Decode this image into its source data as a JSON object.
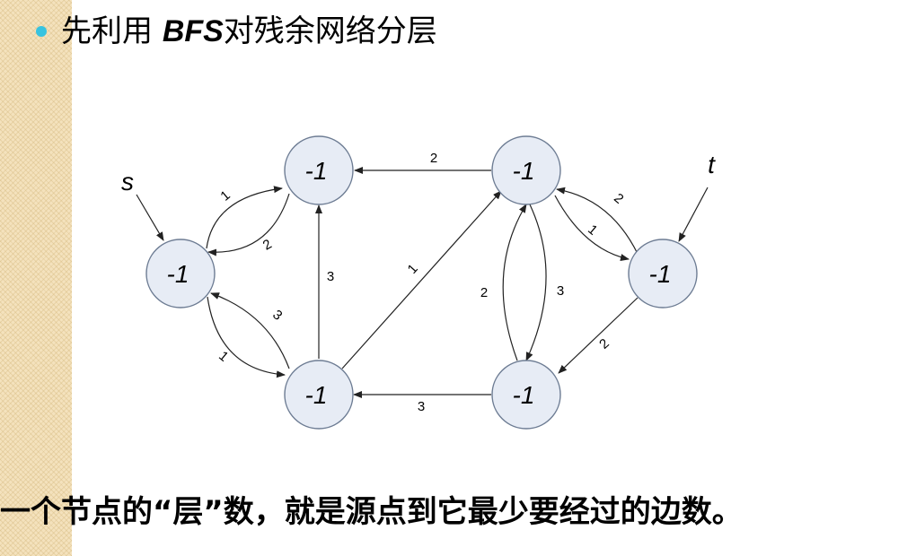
{
  "heading": {
    "prefix": "先利用 ",
    "bfs": "BFS",
    "suffix": "对残余网络分层"
  },
  "footer": {
    "text": "一个节点的“层”数，就是源点到它最少要经过的边数。"
  },
  "graph": {
    "nodes": [
      {
        "id": "top-left",
        "label": "-1"
      },
      {
        "id": "top-right",
        "label": "-1"
      },
      {
        "id": "left",
        "label": "-1"
      },
      {
        "id": "right",
        "label": "-1"
      },
      {
        "id": "bottom-left",
        "label": "-1"
      },
      {
        "id": "bottom-right",
        "label": "-1"
      }
    ],
    "source_label": "s",
    "sink_label": "t",
    "edges": [
      {
        "from": "left",
        "to": "top-left",
        "capacity": "1"
      },
      {
        "from": "top-left",
        "to": "left",
        "capacity": "2"
      },
      {
        "from": "left",
        "to": "bottom-left",
        "capacity": "1"
      },
      {
        "from": "bottom-left",
        "to": "left",
        "capacity": "3"
      },
      {
        "from": "bottom-left",
        "to": "top-left",
        "capacity": "3"
      },
      {
        "from": "top-right",
        "to": "top-left",
        "capacity": "2"
      },
      {
        "from": "bottom-left",
        "to": "top-right",
        "capacity": "1"
      },
      {
        "from": "bottom-right",
        "to": "bottom-left",
        "capacity": "3"
      },
      {
        "from": "bottom-right",
        "to": "top-right",
        "capacity": "2"
      },
      {
        "from": "top-right",
        "to": "bottom-right",
        "capacity": "3"
      },
      {
        "from": "right",
        "to": "top-right",
        "capacity": "2"
      },
      {
        "from": "top-right",
        "to": "right",
        "capacity": "1"
      },
      {
        "from": "right",
        "to": "bottom-right",
        "capacity": "2"
      }
    ]
  }
}
